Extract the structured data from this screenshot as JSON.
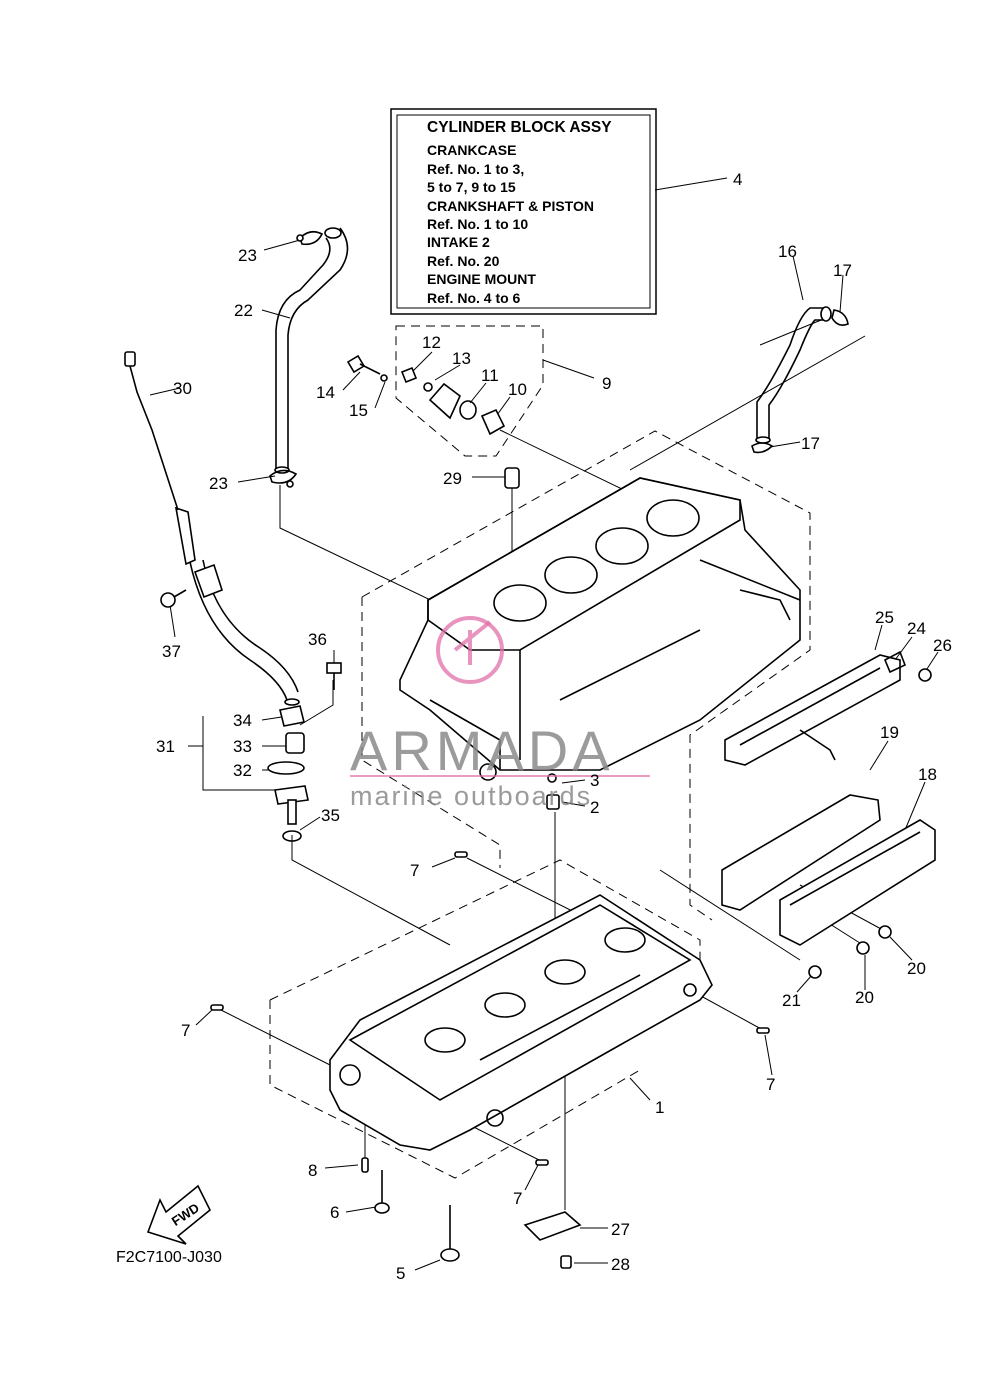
{
  "info_box": {
    "title": "CYLINDER BLOCK ASSY",
    "lines": [
      "CRANKCASE",
      "Ref. No. 1 to 3,",
      "5 to 7, 9 to 15",
      "CRANKSHAFT & PISTON",
      "Ref. No. 1 to 10",
      "INTAKE 2",
      "Ref. No. 20",
      "ENGINE MOUNT",
      "Ref. No. 4 to 6"
    ]
  },
  "callouts": [
    "4",
    "16",
    "17",
    "23",
    "22",
    "12",
    "13",
    "14",
    "15",
    "11",
    "10",
    "9",
    "30",
    "17",
    "23",
    "29",
    "37",
    "36",
    "25",
    "24",
    "26",
    "34",
    "31",
    "33",
    "32",
    "3",
    "2",
    "35",
    "19",
    "18",
    "7",
    "20",
    "21",
    "20",
    "7",
    "1",
    "7",
    "8",
    "7",
    "6",
    "27",
    "5",
    "28"
  ],
  "watermark": {
    "brand": "ARMADA",
    "tagline": "marine outboards"
  },
  "fwd_label": "FWD",
  "drawing_code": "F2C7100-J030",
  "colors": {
    "line": "#000000",
    "watermark_gray": "#8a8a8a",
    "watermark_pink": "#e070a8"
  }
}
